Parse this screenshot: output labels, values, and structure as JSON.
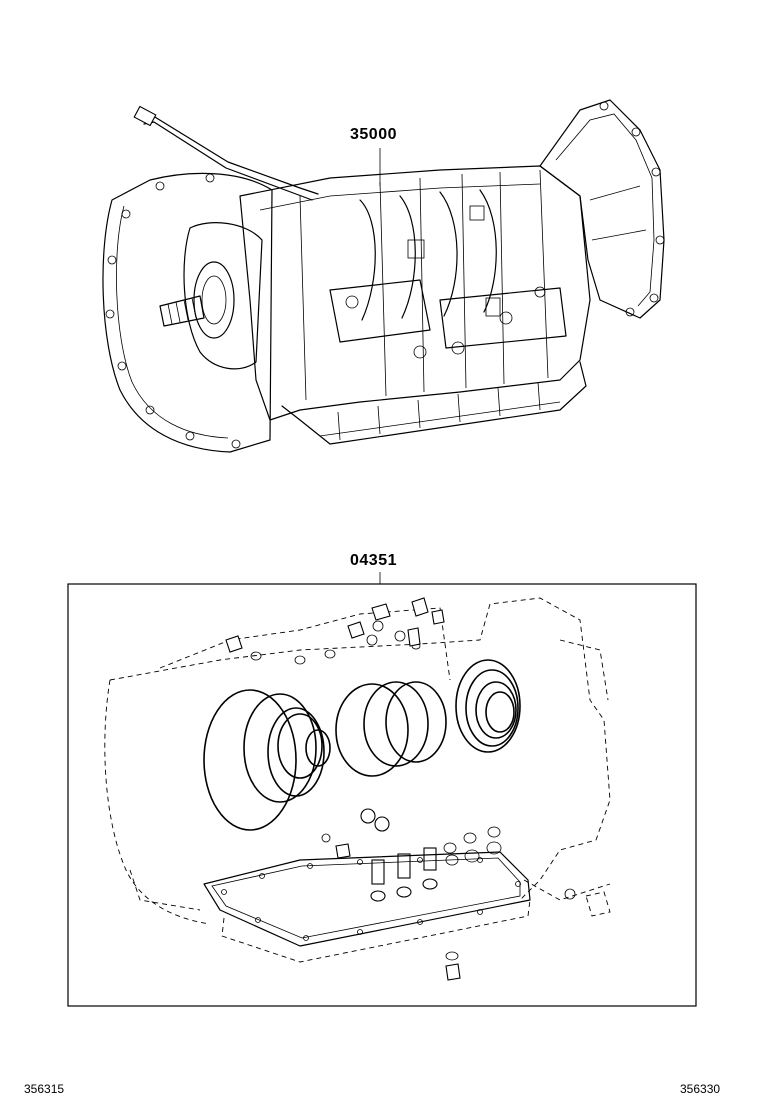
{
  "parts": {
    "transmission_assy": {
      "number": "35000"
    },
    "overhaul_gasket_kit": {
      "number": "04351"
    }
  },
  "illustration_refs": {
    "left": "356315",
    "right": "356330"
  }
}
